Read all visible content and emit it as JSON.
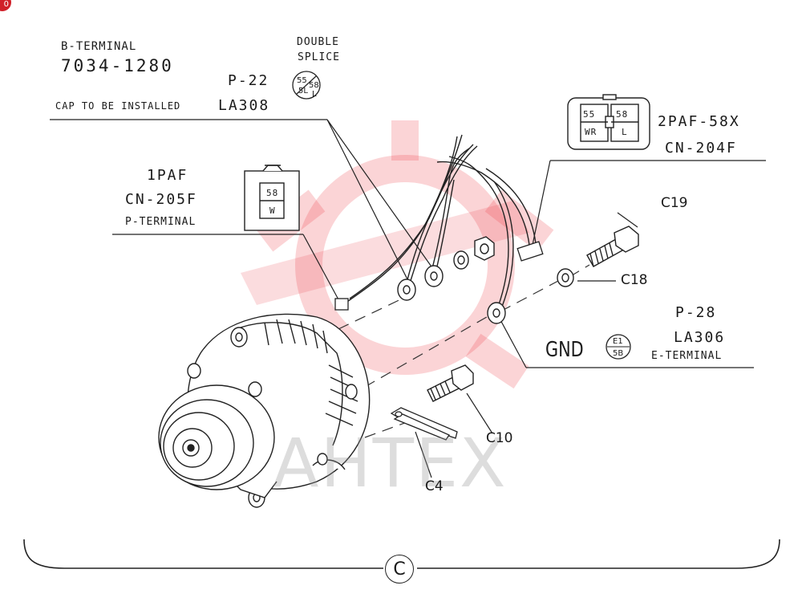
{
  "badge": "0",
  "labels": {
    "b_terminal": "B-TERMINAL",
    "b_terminal_part": "7034-1280",
    "double": "DOUBLE",
    "splice": "SPLICE",
    "p22": "P-22",
    "cap_installed": "CAP TO BE INSTALLED",
    "la308": "LA308",
    "paf1": "1PAF",
    "cn205f": "CN-205F",
    "p_terminal": "P-TERMINAL",
    "paf2": "2PAF-58X",
    "cn204f": "CN-204F",
    "c19": "C19",
    "c18": "C18",
    "p28": "P-28",
    "la306": "LA306",
    "gnd": "GND",
    "e_terminal": "E-TERMINAL",
    "c10": "C10",
    "c4": "C4",
    "view": "C"
  },
  "splice_circle": {
    "top_left": "55",
    "top_right": "58",
    "bottom_left": "5L",
    "bottom_right": "L"
  },
  "connector_1paf": {
    "top": "58",
    "bottom": "W"
  },
  "connector_2paf": {
    "left_top": "55",
    "left_bottom": "WR",
    "right_top": "58",
    "right_bottom": "L"
  },
  "e_circle": {
    "top": "E1",
    "bottom": "5B"
  },
  "watermark": "AHTEX"
}
